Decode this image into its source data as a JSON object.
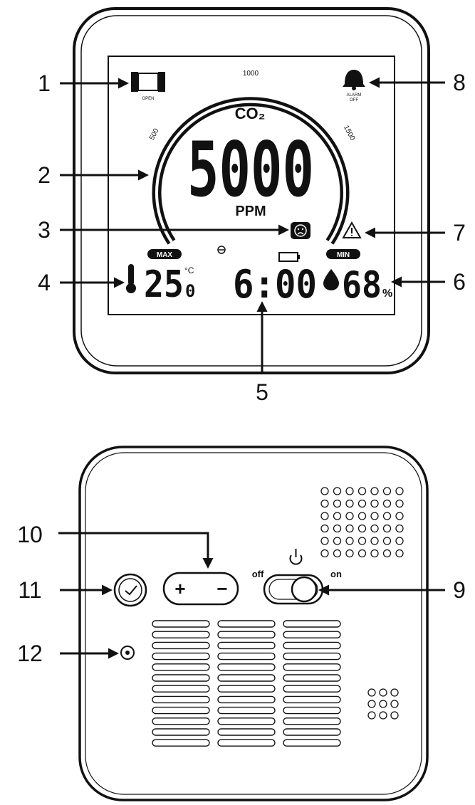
{
  "front": {
    "scale": {
      "tick_500": "500",
      "tick_1000": "1000",
      "tick_1500": "1500"
    },
    "co2_label": "CO₂",
    "co2_value": "5000",
    "unit": "PPM",
    "window_label": "OPEN",
    "alarm_label_1": "ALARM",
    "alarm_label_2": "OFF",
    "max_badge": "MAX",
    "min_badge": "MIN",
    "temp_int": "25",
    "temp_dec": "0",
    "temp_unit": "°C",
    "time": "6:00",
    "humidity": "68",
    "humidity_unit": "%"
  },
  "back": {
    "switch_off": "off",
    "switch_on": "on",
    "plus": "+",
    "minus": "−"
  },
  "callouts": [
    "1",
    "2",
    "3",
    "4",
    "5",
    "6",
    "7",
    "8",
    "9",
    "10",
    "11",
    "12"
  ],
  "icons": [
    "window-icon",
    "alarm-bell-icon",
    "sad-face-icon",
    "warning-icon",
    "thermometer-icon",
    "clock-icon",
    "battery-icon",
    "humidity-drop-icon",
    "power-icon",
    "reset-hole-icon"
  ]
}
